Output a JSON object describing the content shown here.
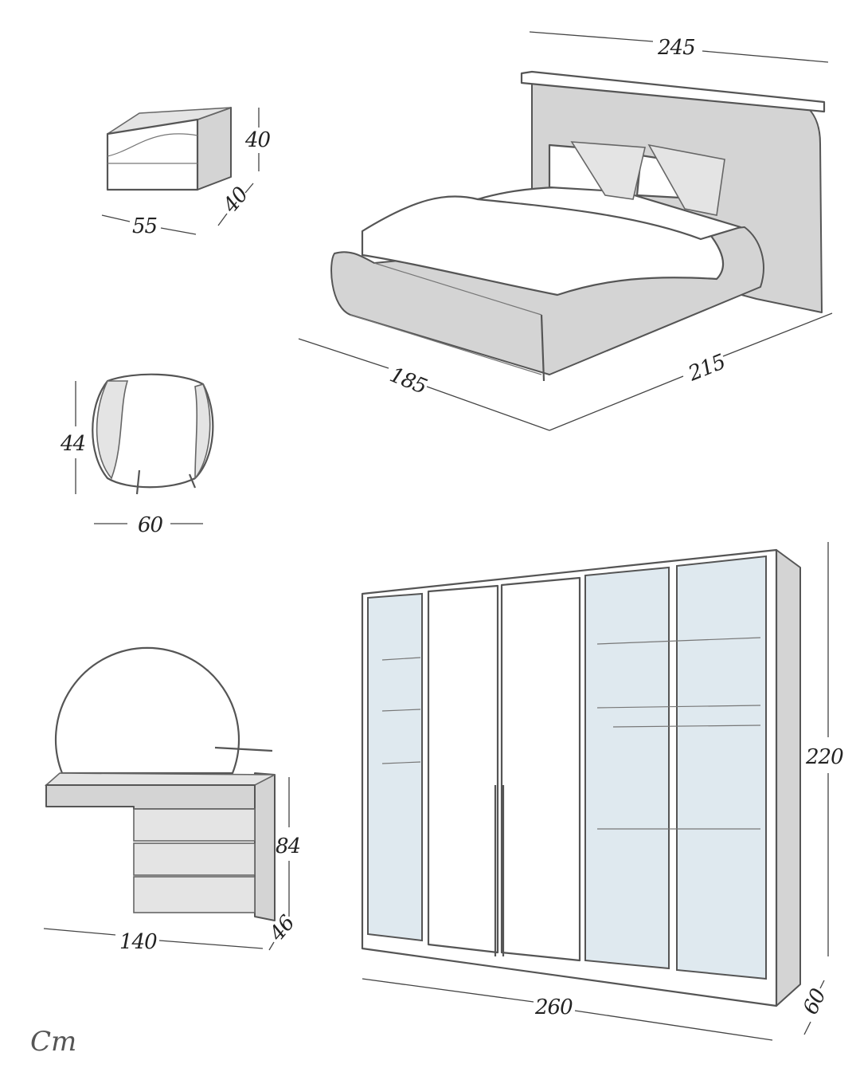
{
  "items": {
    "nightstand": {
      "height": "40",
      "depth": "40",
      "width": "55"
    },
    "bed": {
      "headboard_width": "245",
      "width": "185",
      "length": "215"
    },
    "pouf": {
      "height": "44",
      "width": "60"
    },
    "vanity": {
      "height": "84",
      "depth": "46",
      "width": "140"
    },
    "wardrobe": {
      "height": "220",
      "width": "260",
      "depth": "60"
    }
  },
  "logo": "Cm",
  "colors": {
    "line": "#555555",
    "shade": "#d4d4d4",
    "glass": "#dfe9ef",
    "background": "#ffffff"
  }
}
